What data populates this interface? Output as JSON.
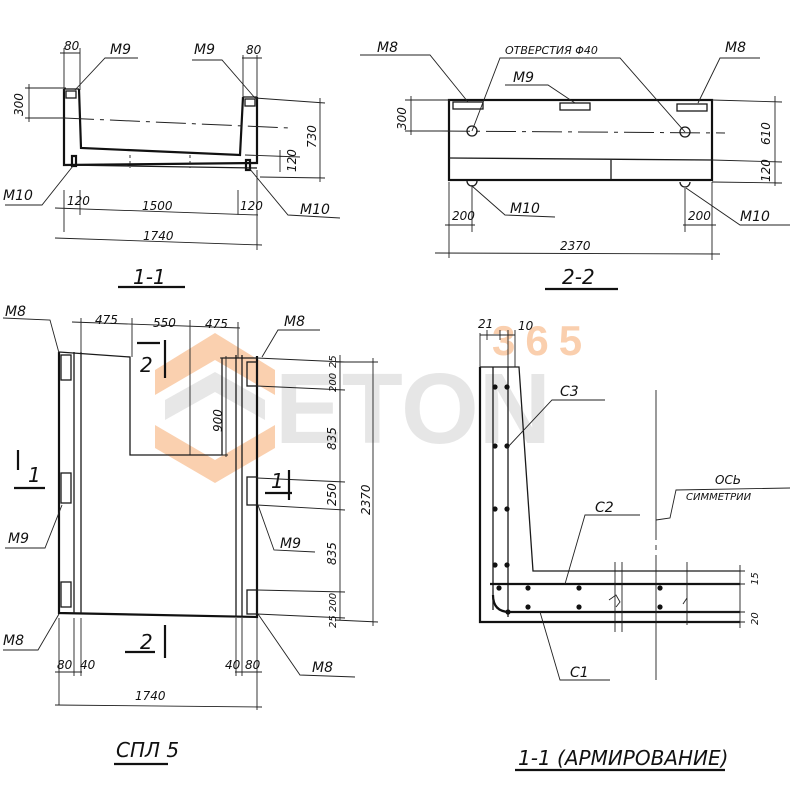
{
  "watermark": {
    "text": "ETON",
    "number": "365",
    "colors": {
      "orange": "#f5a25d",
      "gray": "#c8c8c8"
    }
  },
  "views": {
    "section_1_1": {
      "title": "1-1",
      "labels": {
        "m9_left": "M9",
        "m9_right": "M9",
        "m10_left": "M10",
        "m10_right": "M10"
      },
      "dims": {
        "top_left": "80",
        "top_right": "80",
        "height_left": "300",
        "height_right": "730",
        "bottom_thk": "120",
        "base_left": "120",
        "base_mid": "1500",
        "base_right": "120",
        "total": "1740"
      }
    },
    "section_2_2": {
      "title": "2-2",
      "labels": {
        "m8_left": "M8",
        "m8_right": "M8",
        "holes": "ОТВЕРСТИЯ Φ40",
        "m9": "M9",
        "m10_left": "M10",
        "m10_right": "M10"
      },
      "dims": {
        "height_left": "300",
        "height_right": "610",
        "bottom_thk": "120",
        "offset_left": "200",
        "offset_right": "200",
        "total": "2370"
      }
    },
    "plan": {
      "title": "СПЛ 5",
      "labels": {
        "m8_tl": "M8",
        "m8_tr": "M8",
        "m9_left": "M9",
        "m9_right": "M9",
        "m8_bl": "M8",
        "m8_br": "M8",
        "cut1_left": "1",
        "cut1_right": "1",
        "cut2_top": "2",
        "cut2_bottom": "2"
      },
      "dims": {
        "top_a": "475",
        "top_b": "550",
        "top_c": "475",
        "opening_h": "900",
        "right_1": "25",
        "right_2": "200",
        "right_3": "835",
        "right_4": "250",
        "right_5": "835",
        "right_6": "200",
        "right_7": "25",
        "total_h": "2370",
        "bot_80_l": "80",
        "bot_40_l": "40",
        "bot_40_r": "40",
        "bot_80_r": "80",
        "total_w": "1740"
      }
    },
    "reinforcement": {
      "title": "1-1 (АРМИРОВАНИЕ)",
      "labels": {
        "c1": "C1",
        "c2": "C2",
        "c3": "C3",
        "axis_1": "ОСЬ",
        "axis_2": "СИММЕТРИИ"
      },
      "dims": {
        "top_a": "21",
        "top_b": "10",
        "right_a": "15",
        "right_b": "20"
      }
    }
  }
}
